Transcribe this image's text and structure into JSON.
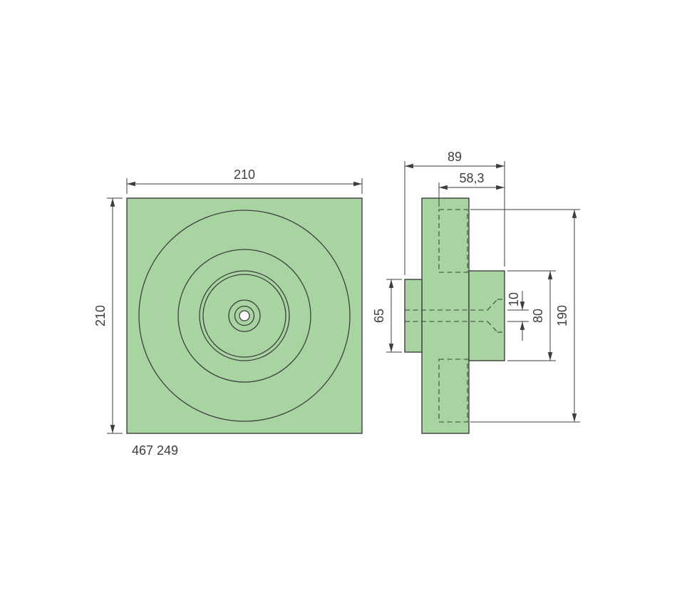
{
  "drawing": {
    "part_number": "467 249",
    "colors": {
      "part_fill": "#a8d4a2",
      "hole_fill": "#ffffff",
      "line": "#3f3f3f"
    },
    "front_view": {
      "width_label": "210",
      "height_label": "210"
    },
    "side_view": {
      "depth_label": "89",
      "counterbore_depth_label": "58,3",
      "hub_height_label": "65",
      "bore_label": "10",
      "boss_height_label": "80",
      "recess_height_label": "190"
    }
  }
}
